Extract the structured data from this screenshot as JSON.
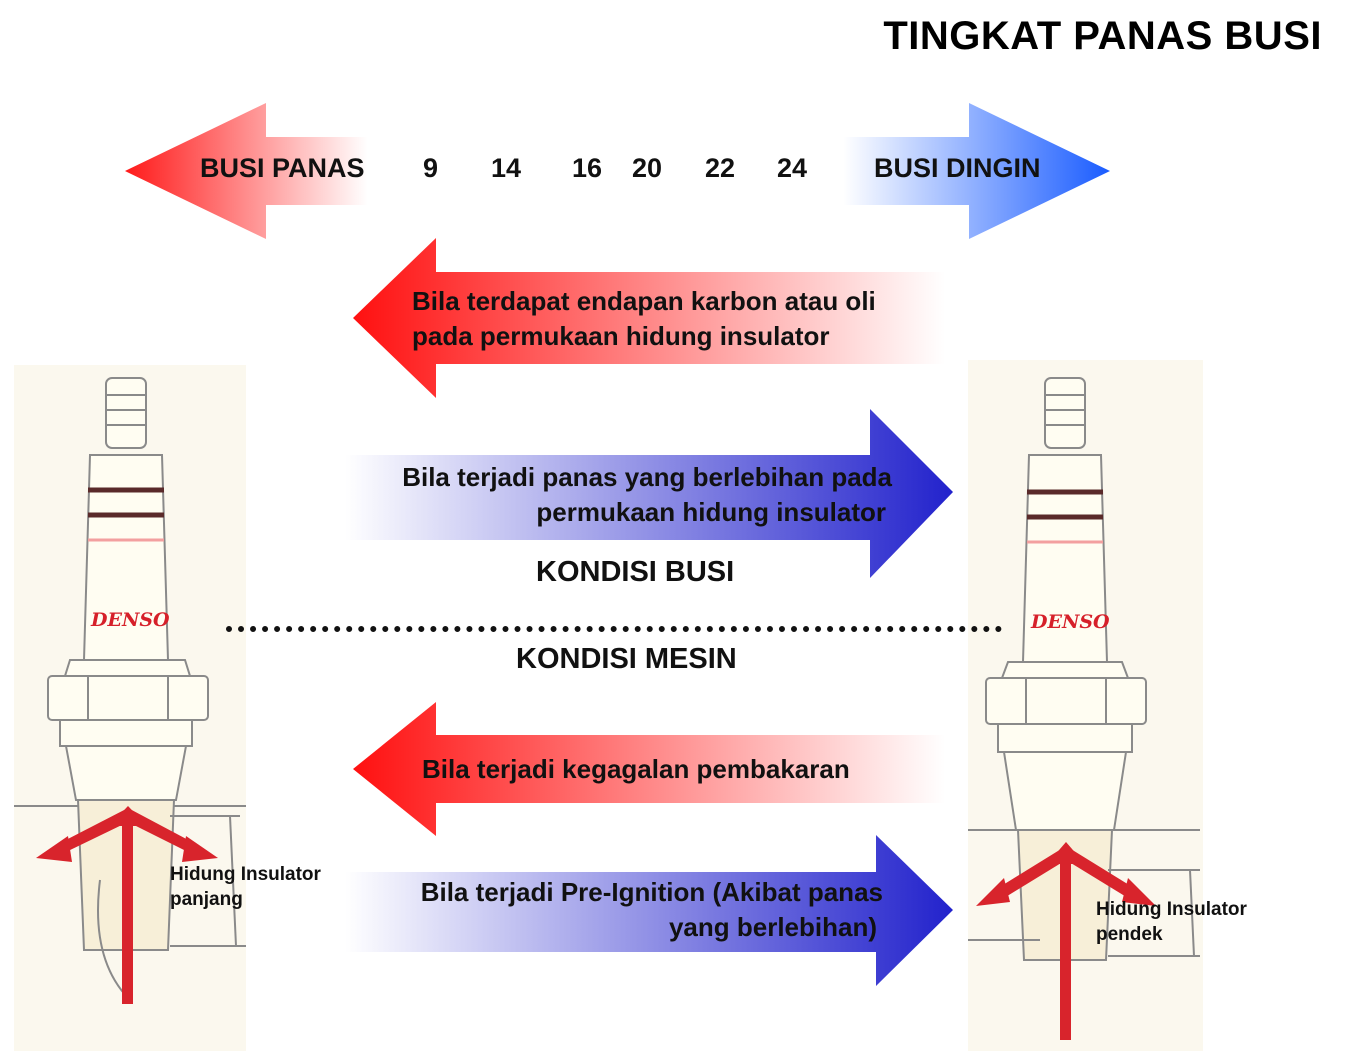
{
  "title": "TINGKAT PANAS BUSI",
  "heat_scale": {
    "hot_label": "BUSI PANAS",
    "cold_label": "BUSI DINGIN",
    "numbers": [
      "9",
      "14",
      "16",
      "20",
      "22",
      "24"
    ],
    "hot_color": "#ff1a1a",
    "cold_color": "#1a5cff"
  },
  "spark_plug_condition": {
    "section_label": "KONDISI BUSI",
    "carbon_deposit": {
      "line1": "Bila terdapat endapan karbon atau oli",
      "line2": "pada permukaan hidung insulator",
      "direction": "toward hot plug"
    },
    "overheating": {
      "line1": "Bila terjadi panas yang berlebihan pada",
      "line2": "permukaan hidung insulator",
      "direction": "toward cold plug"
    }
  },
  "engine_condition": {
    "section_label": "KONDISI MESIN",
    "misfire": {
      "text": "Bila terjadi kegagalan pembakaran",
      "direction": "toward hot plug"
    },
    "pre_ignition": {
      "line1": "Bila terjadi Pre-Ignition (Akibat panas",
      "line2": "yang berlebihan)",
      "direction": "toward cold plug"
    }
  },
  "left_plug": {
    "brand": "DENSO",
    "label_line1": "Hidung Insulator",
    "label_line2": "panjang"
  },
  "right_plug": {
    "brand": "DENSO",
    "label_line1": "Hidung Insulator",
    "label_line2": "pendek"
  },
  "colors": {
    "red_arrow": "#ff1a1a",
    "blue_arrow": "#2a2ad0",
    "heat_flow_arrow": "#d8242c"
  }
}
